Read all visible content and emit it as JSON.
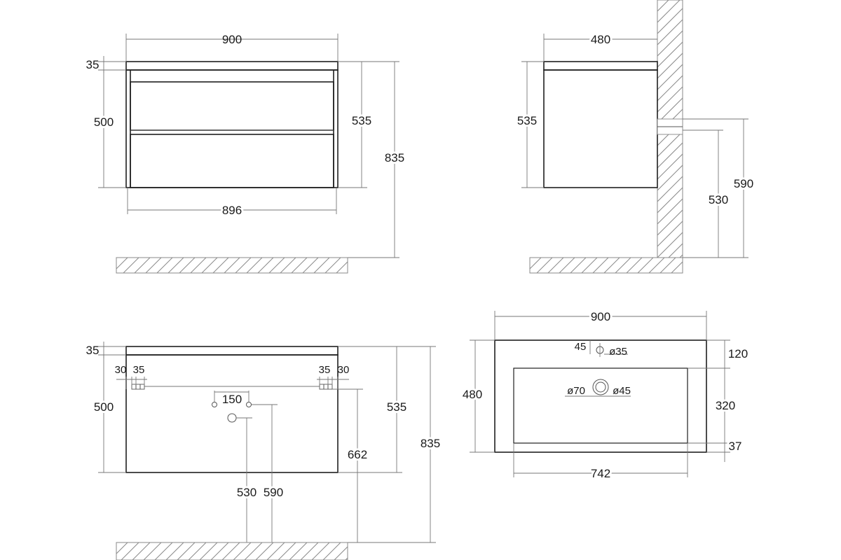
{
  "front_view": {
    "width_top": "900",
    "top_thickness": "35",
    "drawer_height": "500",
    "body_height": "535",
    "total_height": "835",
    "width_bottom": "896"
  },
  "side_view": {
    "depth": "480",
    "body_height": "535",
    "mount_height_low": "530",
    "mount_height_high": "590"
  },
  "back_view": {
    "top_thickness": "35",
    "left_offset_1": "30",
    "left_offset_2": "35",
    "right_offset_1": "35",
    "right_offset_2": "30",
    "body_height": "500",
    "hole_spacing": "150",
    "outer_height": "535",
    "total_height": "835",
    "bracket_height": "662",
    "pipe_height_1": "530",
    "pipe_height_2": "590"
  },
  "top_view": {
    "width": "900",
    "tap_offset": "45",
    "tap_hole": "ø35",
    "depth": "480",
    "drain_outer": "ø70",
    "drain_inner": "ø45",
    "back_margin": "120",
    "bowl_depth": "320",
    "front_margin": "37",
    "bowl_width": "742"
  },
  "colors": {
    "line": "#1f1f1f",
    "dimension": "#777777",
    "hatch": "#8a8a8a"
  }
}
